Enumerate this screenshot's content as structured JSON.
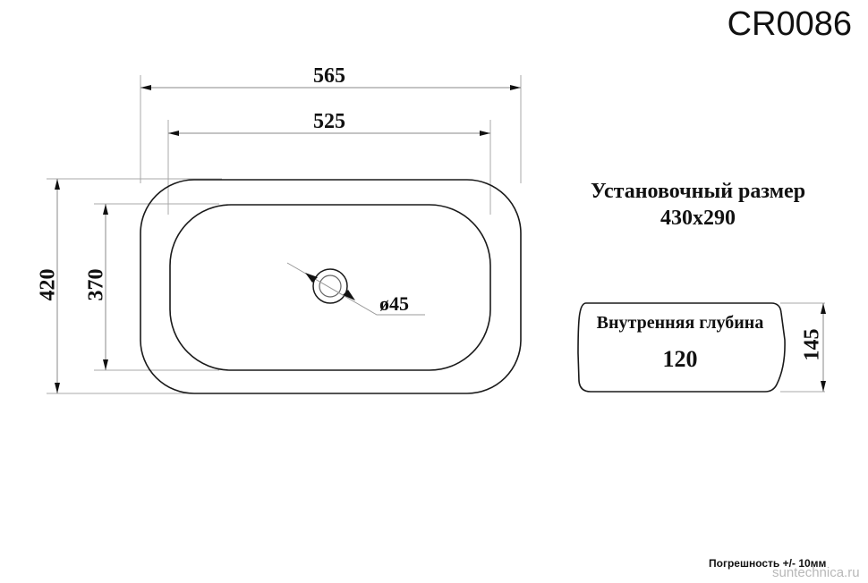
{
  "model": "CR0086",
  "drawing": {
    "top_view": {
      "outer_width": "565",
      "inner_width": "525",
      "outer_depth": "420",
      "inner_depth": "370",
      "drain_diameter": "ø45"
    },
    "installation": {
      "label": "Установочный размер",
      "value": "430x290"
    },
    "side_view": {
      "inner_depth_label": "Внутренняя глубина",
      "inner_depth_value": "120",
      "height": "145"
    }
  },
  "footer": {
    "tolerance": "Погрешность +/- 10мм",
    "watermark": "suntechnica.ru"
  },
  "colors": {
    "line": "#1a1a1a",
    "dimension_line": "#999999",
    "background": "#ffffff"
  }
}
